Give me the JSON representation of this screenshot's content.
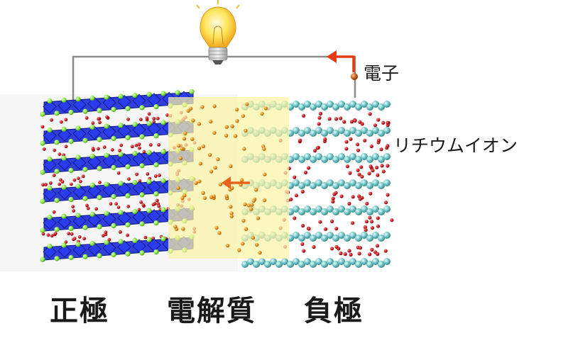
{
  "labels": {
    "electron": "電子",
    "lithium_ion": "リチウムイオン",
    "cathode": "正極",
    "electrolyte": "電解質",
    "anode": "負極"
  },
  "icons": {
    "bulb": "light-bulb-icon",
    "current_arrow": "red-arrow-icon",
    "ion_arrow": "orange-arrow-icon"
  },
  "colors": {
    "wire": "#8a8a8a",
    "cathode_octahedra": "#1b2bd6",
    "cathode_oxygen": "#7ee23a",
    "anode_carbon": "#5fb7b7",
    "lithium_ion": "#b3101b",
    "electrolyte_bg": "#fbf3a6",
    "electrolyte_ion": "#d9860f",
    "current_arrow": "#e23c12",
    "ion_arrow": "#e8641a",
    "electron": "#c25a16"
  }
}
